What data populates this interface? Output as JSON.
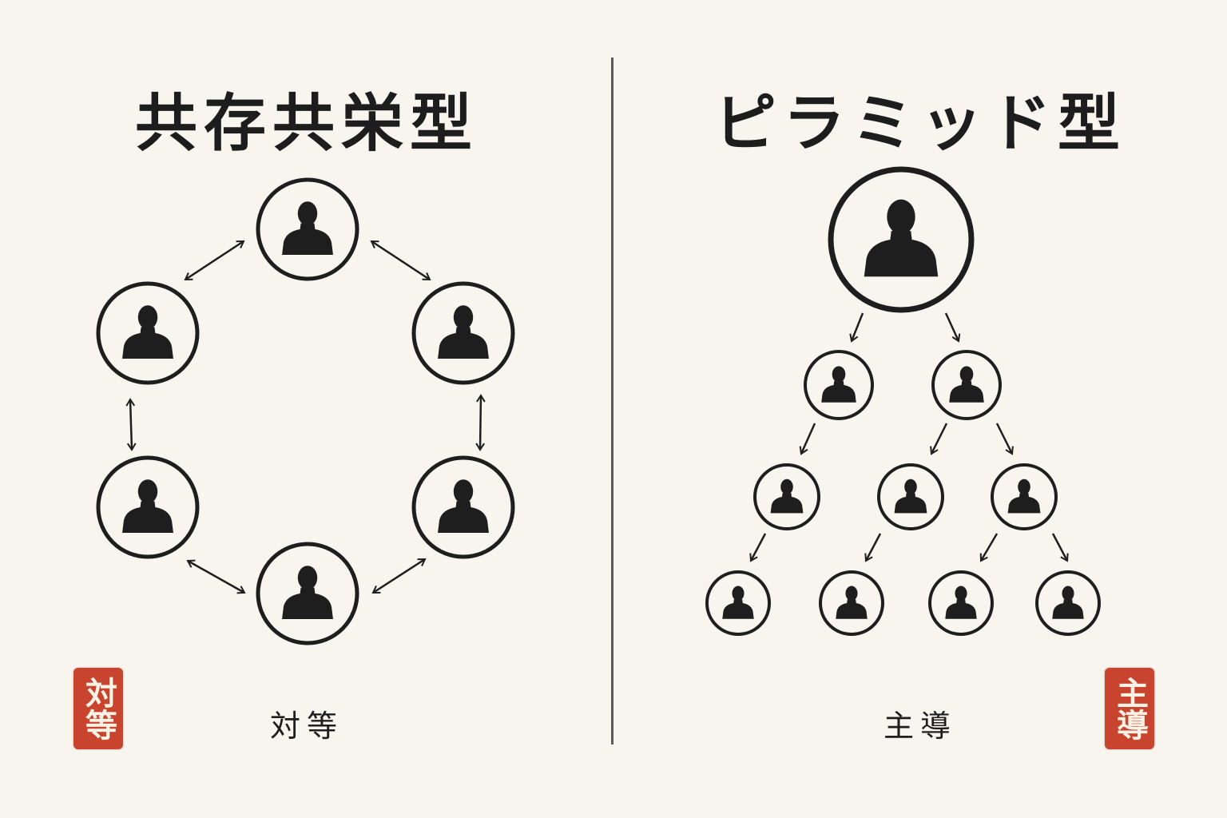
{
  "left_panel": {
    "title": "共存共栄型",
    "caption": "対等",
    "seal": "対等"
  },
  "right_panel": {
    "title": "ピラミッド型",
    "caption": "主導",
    "seal": "主導"
  },
  "colors": {
    "background": "#f8f5ef",
    "ink": "#1e1e1e",
    "seal": "#c9442e",
    "divider": "#5a5a5a"
  },
  "icons": [
    "person-silhouette-icon",
    "double-arrow-icon",
    "down-arrow-icon"
  ]
}
